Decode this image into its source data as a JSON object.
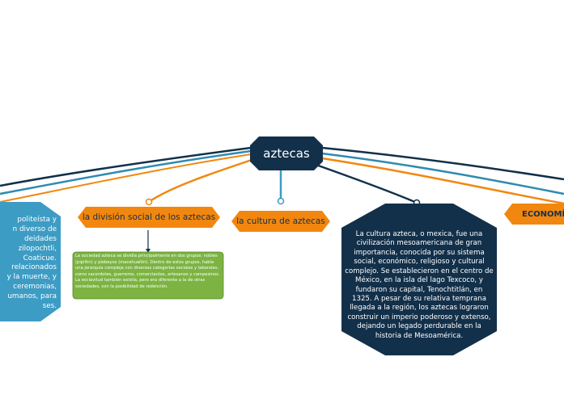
{
  "central": {
    "label": "aztecas"
  },
  "nodes": {
    "division": {
      "label": "la división social de los aztecas"
    },
    "cultura": {
      "label": "la cultura de aztecas"
    },
    "economia": {
      "label": "ECONOMÍ"
    }
  },
  "notes": {
    "division_note": "La sociedad azteca se dividía principalmente en dos grupos: nobles (pipiltin) y plebeyos (macehualtin). Dentro de estos grupos, había una jerarquía compleja con diversas categorías sociales y laborales, como sacerdotes, guerreros, comerciantes, artesanos y campesinos. La esclavitud también existía, pero era diferente a la de otras sociedades, con la posibilidad de redención.",
    "cultura_note": "La cultura azteca, o mexica, fue una civilización mesoamericana de gran importancia, conocida por su sistema social, económico, religioso y cultural complejo. Se establecieron en el centro de México, en la isla del lago Texcoco, y fundaron su capital, Tenochtitlán, en 1325. A pesar de su relativa temprana llegada a la región, los aztecas lograron construir un imperio poderoso y extenso, dejando un legado perdurable en la historia de Mesoamérica.",
    "left_note_lines": [
      "politeísta y",
      "n diverso de",
      "deidades",
      "zilopochtli,",
      "Coaticue.",
      "relacionados",
      "y la muerte, y",
      "ceremonias,",
      "umanos, para",
      "ses."
    ]
  },
  "colors": {
    "navy": "#13304a",
    "orange": "#f2870f",
    "blue": "#3d9cc4",
    "green": "#7cb342",
    "teal": "#2f8bb2"
  }
}
